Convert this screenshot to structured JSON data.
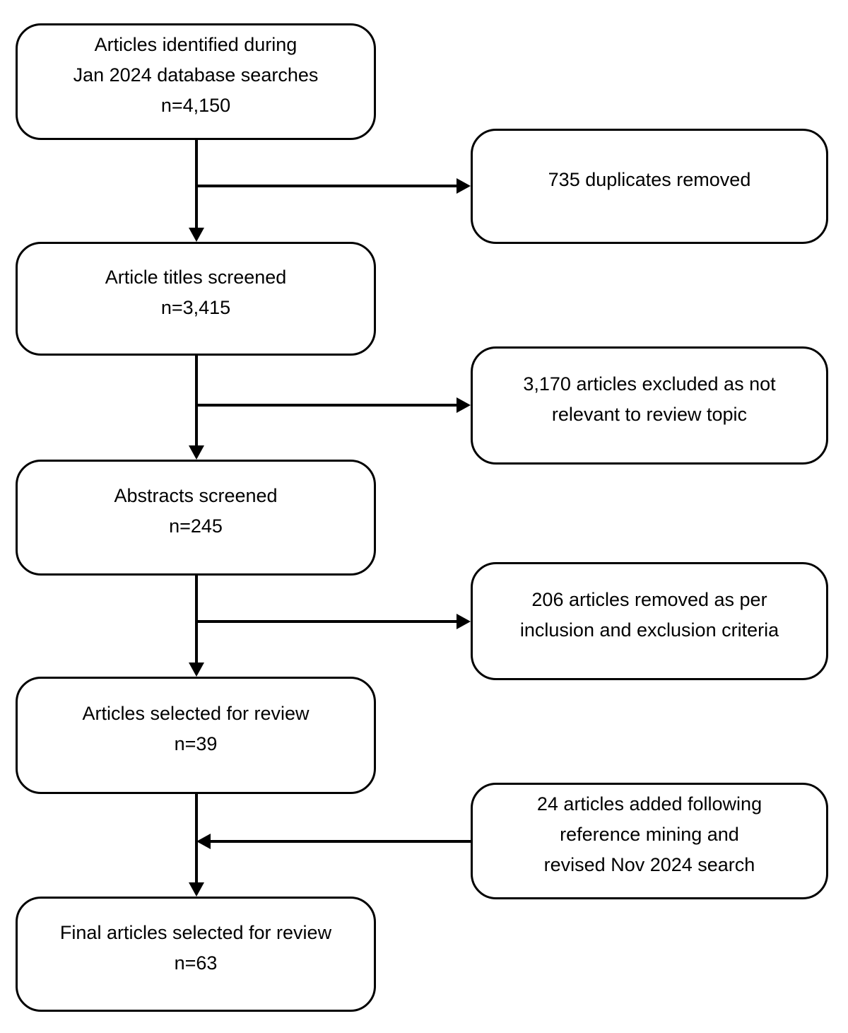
{
  "diagram": {
    "background_color": "#ffffff",
    "box_fill_color": "#ffffff",
    "box_border_color": "#000000",
    "text_color": "#000000",
    "arrow_color": "#000000",
    "main_boxes": [
      {
        "name": "articles-identified",
        "lines": [
          "Articles identified during",
          "Jan 2024 database searches",
          "n=4,150"
        ],
        "count": "4,150"
      },
      {
        "name": "article-titles-screened",
        "lines": [
          "Article titles screened",
          "n=3,415"
        ],
        "count": "3,415"
      },
      {
        "name": "abstracts-screened",
        "lines": [
          "Abstracts screened",
          "n=245"
        ],
        "count": "245"
      },
      {
        "name": "articles-selected-for-review",
        "lines": [
          "Articles selected for review",
          "n=39"
        ],
        "count": "39"
      },
      {
        "name": "final-articles-selected",
        "lines": [
          "Final articles selected for review",
          "n=63"
        ],
        "count": "63"
      }
    ],
    "side_boxes": [
      {
        "name": "duplicates-removed",
        "lines": [
          "735 duplicates removed"
        ],
        "count": "735",
        "arrow_direction": "main-to-side"
      },
      {
        "name": "excluded-not-relevant",
        "lines": [
          "3,170 articles excluded as not",
          "relevant to review topic"
        ],
        "count": "3,170",
        "arrow_direction": "main-to-side"
      },
      {
        "name": "removed-per-criteria",
        "lines": [
          "206 articles removed as per",
          "inclusion and exclusion criteria"
        ],
        "count": "206",
        "arrow_direction": "main-to-side"
      },
      {
        "name": "articles-added",
        "lines": [
          "24 articles added following",
          "reference mining and",
          "revised Nov 2024 search"
        ],
        "count": "24",
        "arrow_direction": "side-to-main"
      }
    ]
  }
}
